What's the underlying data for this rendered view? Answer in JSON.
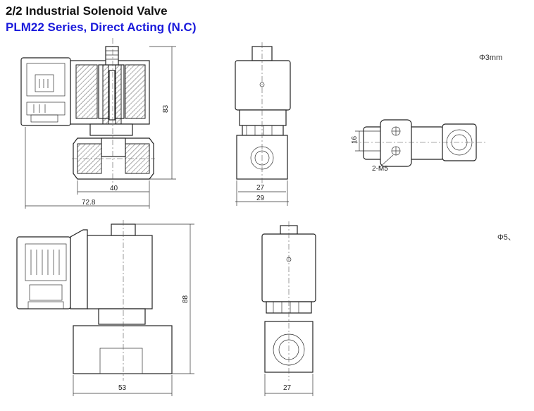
{
  "header": {
    "title": "2/2 Industrial Solenoid Valve",
    "subtitle": "PLM22 Series, Direct Acting  (N.C)"
  },
  "drawing_top": {
    "dim_height": "83",
    "dim_port_width": "40",
    "dim_total_width": "72.8",
    "dim_side_inner": "27",
    "dim_side_outer": "29",
    "dim_mount_height": "16",
    "mount_thread_label": "2-M5",
    "orifice_note": "Φ3mm"
  },
  "drawing_bottom": {
    "dim_height": "88",
    "dim_body_width": "53",
    "dim_side_width": "27",
    "orifice_note": "Φ5、"
  },
  "colors": {
    "title": "#111111",
    "subtitle": "#1a1adb",
    "line": "#222222"
  }
}
